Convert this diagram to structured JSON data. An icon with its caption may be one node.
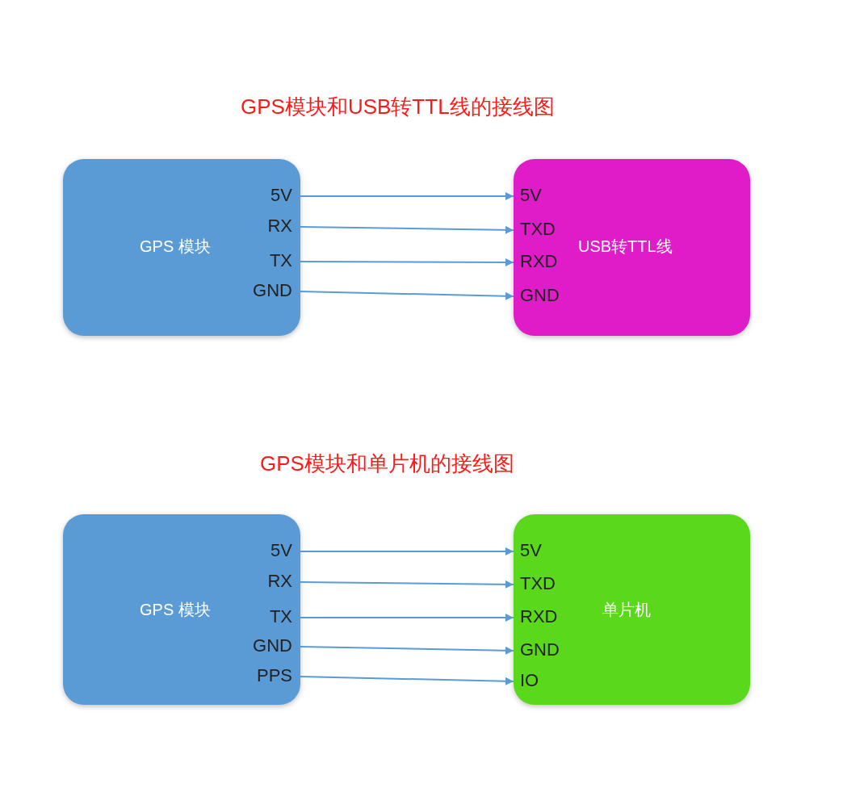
{
  "diagram": {
    "nodes": [
      {
        "text": [
          "GPS 模块"
        ]
      },
      {
        "text": [
          "5V"
        ],
        "in": 0
      },
      {
        "text": [
          "RX"
        ],
        "in": 0
      },
      {
        "text": [
          "TX"
        ],
        "in": 0
      },
      {
        "text": [
          "GND"
        ],
        "in": 0
      },
      {
        "text": [
          "USB转TTL线"
        ]
      },
      {
        "text": [
          "5V"
        ],
        "in": 5
      },
      {
        "text": [
          "TXD"
        ],
        "in": 5
      },
      {
        "text": [
          "RXD"
        ],
        "in": 5
      },
      {
        "text": [
          "GND"
        ],
        "in": 5
      },
      {
        "text": [
          "GPS 模块"
        ]
      },
      {
        "text": [
          "5V"
        ],
        "in": 10
      },
      {
        "text": [
          "RX"
        ],
        "in": 10
      },
      {
        "text": [
          "TX"
        ],
        "in": 10
      },
      {
        "text": [
          "GND"
        ],
        "in": 10
      },
      {
        "text": [
          "PPS"
        ],
        "in": 10
      },
      {
        "text": [
          "单片机"
        ]
      },
      {
        "text": [
          "5V"
        ],
        "in": 16
      },
      {
        "text": [
          "TXD"
        ],
        "in": 16
      },
      {
        "text": [
          "RXD"
        ],
        "in": 16
      },
      {
        "text": [
          "GND"
        ],
        "in": 16
      },
      {
        "text": [
          "IO"
        ],
        "in": 16
      }
    ],
    "edges": [
      {
        "from": 1,
        "to": 6,
        "arrow": "to"
      },
      {
        "from": 2,
        "to": 7,
        "arrow": "to"
      },
      {
        "from": 3,
        "to": 8,
        "arrow": "to"
      },
      {
        "from": 4,
        "to": 9,
        "arrow": "to"
      },
      {
        "from": 11,
        "to": 17,
        "arrow": "to"
      },
      {
        "from": 12,
        "to": 18,
        "arrow": "to"
      },
      {
        "from": 13,
        "to": 19,
        "arrow": "to"
      },
      {
        "from": 14,
        "to": 20,
        "arrow": "to"
      },
      {
        "from": 15,
        "to": 21,
        "arrow": "to"
      }
    ],
    "labels": [
      "GPS模块和USB转TTL线的接线图",
      "GPS模块和单片机的接线图"
    ]
  }
}
